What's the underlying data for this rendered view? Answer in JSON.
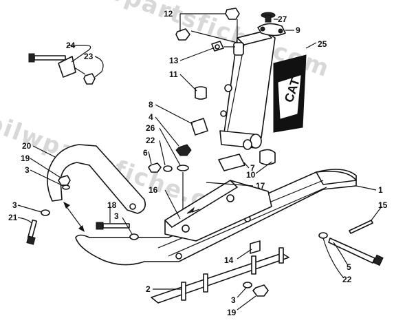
{
  "watermark": "bilwpartsfiche.com",
  "decal_text": "CAT",
  "callouts": [
    {
      "id": "c12",
      "text": "12"
    },
    {
      "id": "c27",
      "text": "27"
    },
    {
      "id": "c9",
      "text": "9"
    },
    {
      "id": "c25",
      "text": "25"
    },
    {
      "id": "c24",
      "text": "24"
    },
    {
      "id": "c23",
      "text": "23"
    },
    {
      "id": "c13",
      "text": "13"
    },
    {
      "id": "c11",
      "text": "11"
    },
    {
      "id": "c8",
      "text": "8"
    },
    {
      "id": "c4",
      "text": "4"
    },
    {
      "id": "c26",
      "text": "26"
    },
    {
      "id": "c22a",
      "text": "22"
    },
    {
      "id": "c6",
      "text": "6"
    },
    {
      "id": "c20",
      "text": "20"
    },
    {
      "id": "c19a",
      "text": "19"
    },
    {
      "id": "c3a",
      "text": "3"
    },
    {
      "id": "c7",
      "text": "7"
    },
    {
      "id": "c10",
      "text": "10"
    },
    {
      "id": "c16",
      "text": "16"
    },
    {
      "id": "c17",
      "text": "17"
    },
    {
      "id": "c1",
      "text": "1"
    },
    {
      "id": "c3b",
      "text": "3"
    },
    {
      "id": "c21",
      "text": "21"
    },
    {
      "id": "c18",
      "text": "18"
    },
    {
      "id": "c3c",
      "text": "3"
    },
    {
      "id": "c15",
      "text": "15"
    },
    {
      "id": "c14",
      "text": "14"
    },
    {
      "id": "c5",
      "text": "5"
    },
    {
      "id": "c22b",
      "text": "22"
    },
    {
      "id": "c2",
      "text": "2"
    },
    {
      "id": "c3d",
      "text": "3"
    },
    {
      "id": "c19b",
      "text": "19"
    }
  ]
}
